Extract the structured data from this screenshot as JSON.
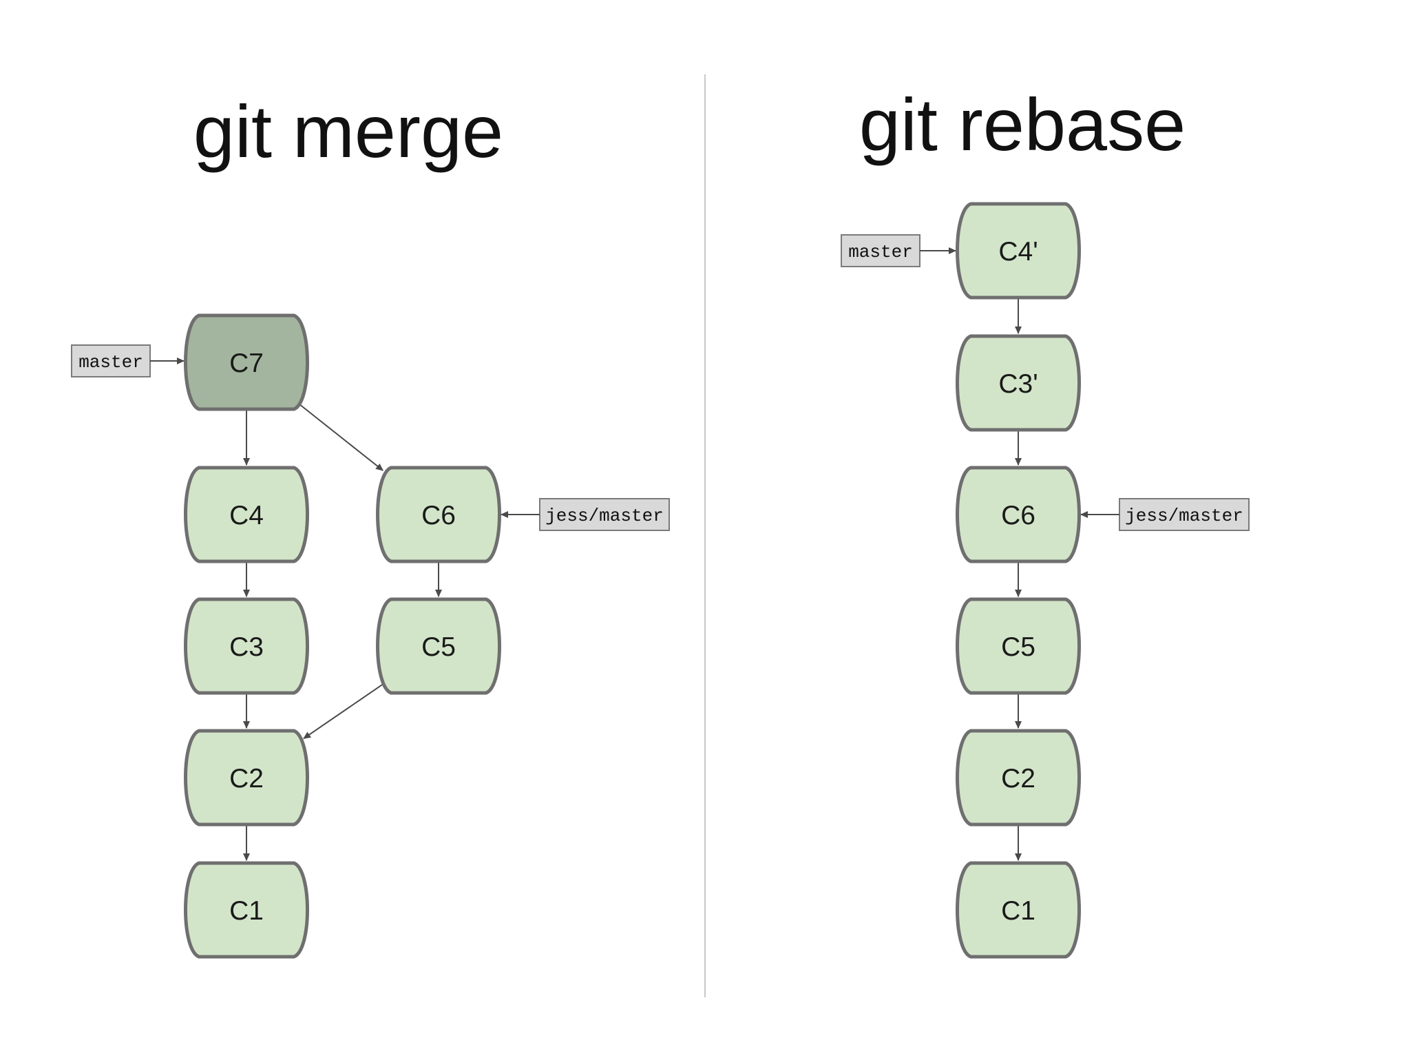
{
  "colors": {
    "commit_fill": "#d3e5c9",
    "merge_commit_fill": "#a3b59e",
    "commit_stroke": "#6f6f6f",
    "ref_fill": "#d9d9d9",
    "ref_stroke": "#7a7a7a",
    "arrow": "#4a4a4a",
    "divider": "#c8c8c8"
  },
  "panels": [
    {
      "id": "merge",
      "title": "git merge",
      "commits": [
        {
          "id": "c7",
          "label": "C7",
          "merge": true
        },
        {
          "id": "c4",
          "label": "C4"
        },
        {
          "id": "c3",
          "label": "C3"
        },
        {
          "id": "c2",
          "label": "C2"
        },
        {
          "id": "c1",
          "label": "C1"
        },
        {
          "id": "c6",
          "label": "C6"
        },
        {
          "id": "c5",
          "label": "C5"
        }
      ],
      "edges": [
        [
          "c7",
          "c4"
        ],
        [
          "c7",
          "c6"
        ],
        [
          "c4",
          "c3"
        ],
        [
          "c3",
          "c2"
        ],
        [
          "c2",
          "c1"
        ],
        [
          "c6",
          "c5"
        ],
        [
          "c5",
          "c2"
        ]
      ],
      "refs": [
        {
          "label": "master",
          "target": "c7"
        },
        {
          "label": "jess/master",
          "target": "c6"
        }
      ]
    },
    {
      "id": "rebase",
      "title": "git rebase",
      "commits": [
        {
          "id": "c4p",
          "label": "C4'"
        },
        {
          "id": "c3p",
          "label": "C3'"
        },
        {
          "id": "c6",
          "label": "C6"
        },
        {
          "id": "c5",
          "label": "C5"
        },
        {
          "id": "c2",
          "label": "C2"
        },
        {
          "id": "c1",
          "label": "C1"
        }
      ],
      "edges": [
        [
          "c4p",
          "c3p"
        ],
        [
          "c3p",
          "c6"
        ],
        [
          "c6",
          "c5"
        ],
        [
          "c5",
          "c2"
        ],
        [
          "c2",
          "c1"
        ]
      ],
      "refs": [
        {
          "label": "master",
          "target": "c4p"
        },
        {
          "label": "jess/master",
          "target": "c6"
        }
      ]
    }
  ]
}
